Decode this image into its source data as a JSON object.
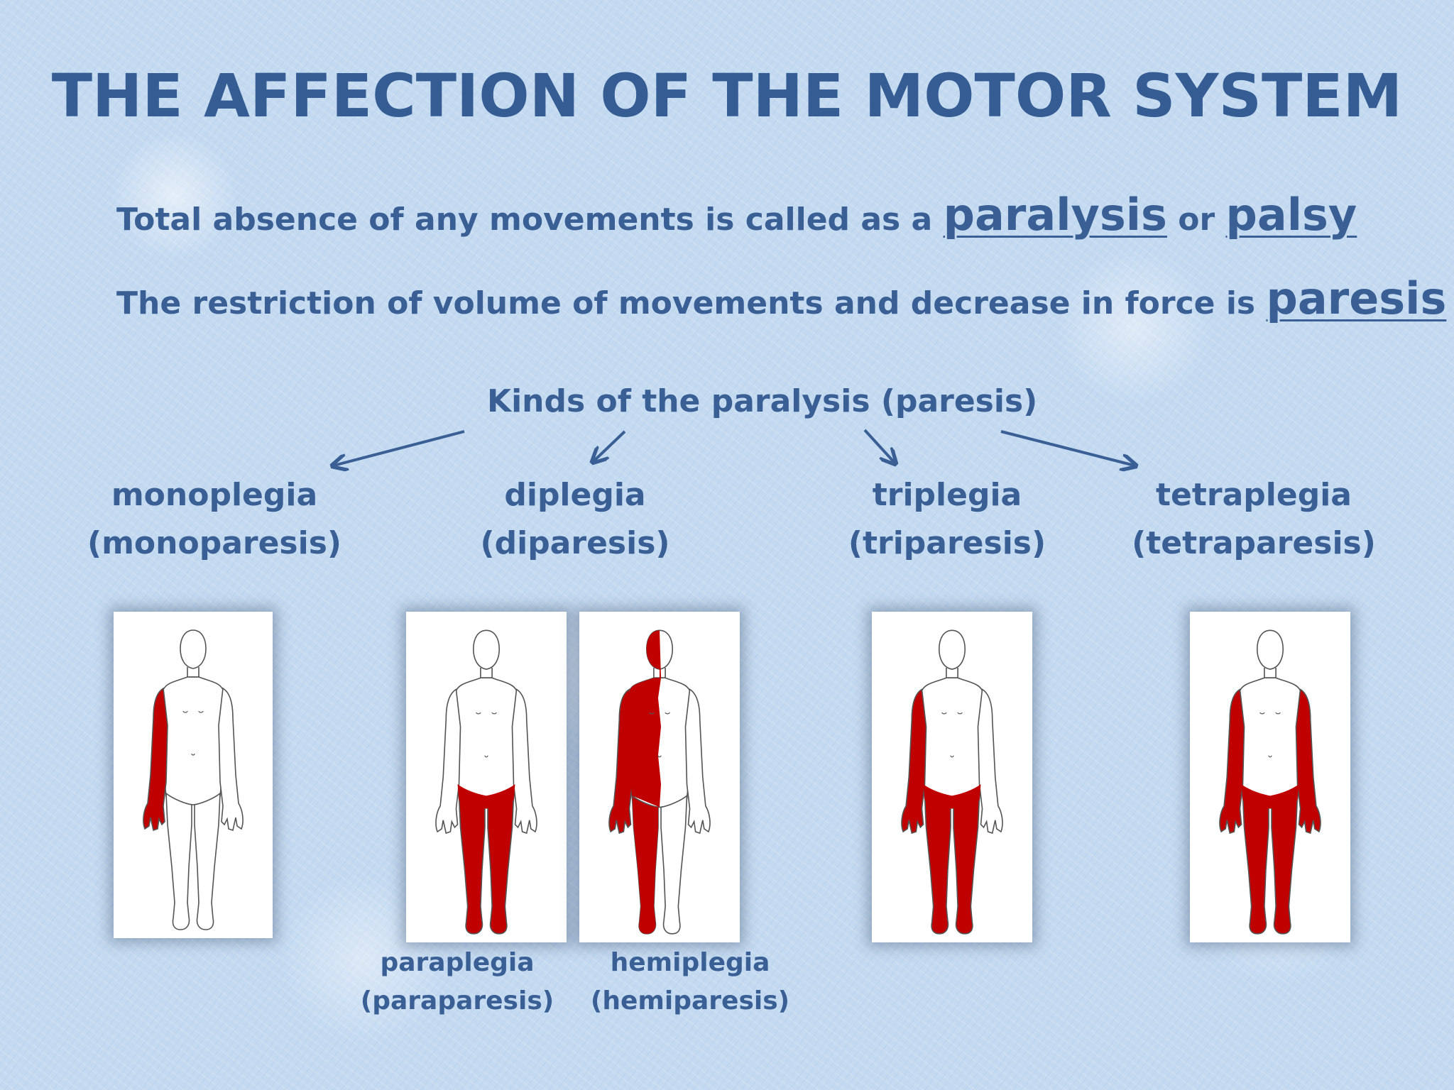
{
  "title": "THE AFFECTION OF THE MOTOR SYSTEM",
  "line1": {
    "text": "Total absence of any movements is called as a",
    "term1": "paralysis",
    "connector": "or",
    "term2": "palsy"
  },
  "line2": {
    "text": "The restriction of volume of movements and decrease in force is",
    "term": "paresis"
  },
  "kinds_heading": "Kinds of the paralysis (paresis)",
  "kinds": [
    {
      "name": "monoplegia",
      "alt": "(monoparesis)"
    },
    {
      "name": "diplegia",
      "alt": "(diparesis)"
    },
    {
      "name": "triplegia",
      "alt": "(triparesis)"
    },
    {
      "name": "tetraplegia",
      "alt": "(tetraparesis)"
    }
  ],
  "diplegia_subtypes": [
    {
      "name": "paraplegia",
      "alt": "(paraparesis)"
    },
    {
      "name": "hemiplegia",
      "alt": "(hemiparesis)"
    }
  ],
  "colors": {
    "text": "#3a5f95",
    "affected": "#c00000",
    "outline": "#555555"
  },
  "figures": [
    {
      "label": "monoplegia",
      "affected": [
        "right-arm"
      ]
    },
    {
      "label": "paraplegia",
      "affected": [
        "both-legs"
      ]
    },
    {
      "label": "hemiplegia",
      "affected": [
        "right-half"
      ]
    },
    {
      "label": "triplegia",
      "affected": [
        "right-arm",
        "both-legs"
      ]
    },
    {
      "label": "tetraplegia",
      "affected": [
        "both-arms",
        "both-legs"
      ]
    }
  ]
}
